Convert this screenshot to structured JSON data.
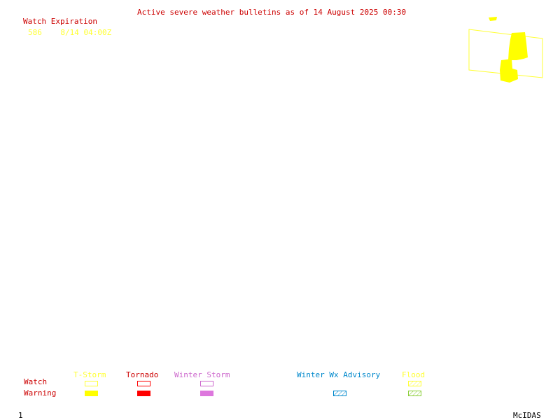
{
  "header": {
    "title": "Active severe weather bulletins as of 14 August 2025 00:30"
  },
  "watches": {
    "heading": "Watch Expiration",
    "rows": [
      {
        "id": "586",
        "expiration": "8/14 04:00Z"
      }
    ]
  },
  "legend": {
    "watch_label": "Watch",
    "warning_label": "Warning",
    "categories": [
      {
        "label": "T-Storm",
        "color": "#ffff33",
        "watch": "outline",
        "warning": "filled"
      },
      {
        "label": "Tornado",
        "color": "#ff0000",
        "watch": "outline",
        "warning": "filled"
      },
      {
        "label": "Winter Storm",
        "color": "#cc66cc",
        "watch": "outline",
        "warning": "filled"
      },
      {
        "label": "Winter Wx Advisory",
        "color": "#0088cc",
        "watch": "none",
        "warning": "hatched"
      },
      {
        "label": "Flood",
        "color": "#aacc44",
        "watch": "hatched",
        "warning": "hatched"
      }
    ]
  },
  "footer": {
    "page_number": "1",
    "brand": "McIDAS"
  },
  "colors": {
    "title": "#cc0000",
    "watch_outline": "#ffff33",
    "warning_fill": "#ffff00"
  }
}
